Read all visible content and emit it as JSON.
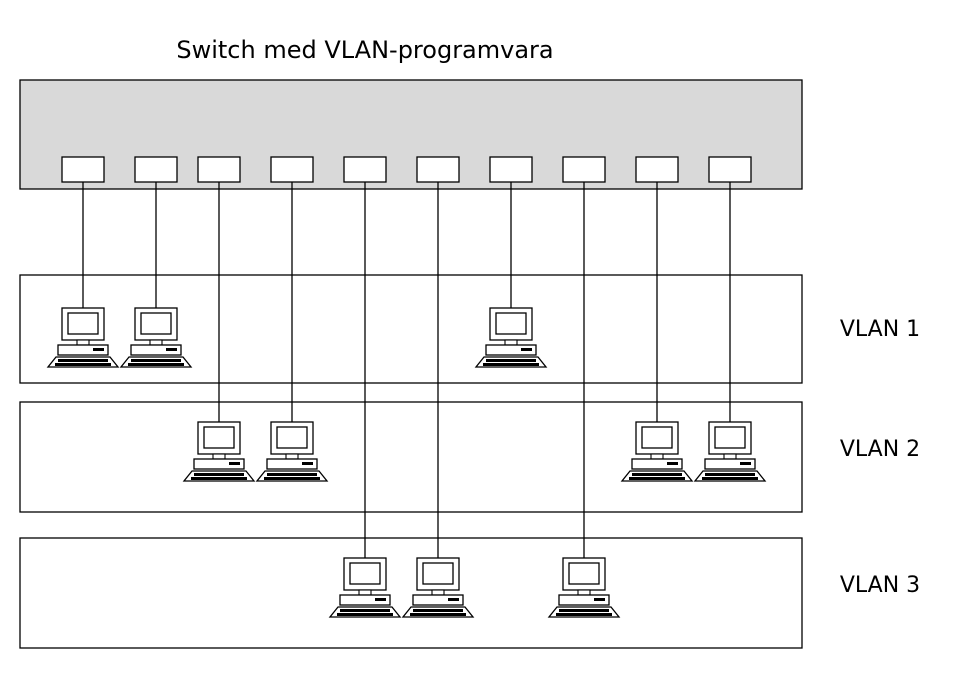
{
  "diagram": {
    "title": "Switch med VLAN-programvara",
    "switch_port_count": 10,
    "vlans": [
      {
        "label": "VLAN 1",
        "ports": [
          1,
          2,
          7
        ]
      },
      {
        "label": "VLAN 2",
        "ports": [
          3,
          4,
          9,
          10
        ]
      },
      {
        "label": "VLAN 3",
        "ports": [
          5,
          6,
          8
        ]
      }
    ],
    "colors": {
      "switch_fill": "#d9d9d9",
      "outline": "#000000",
      "background": "#ffffff"
    },
    "icons": {
      "host": "desktop-computer-icon"
    }
  }
}
